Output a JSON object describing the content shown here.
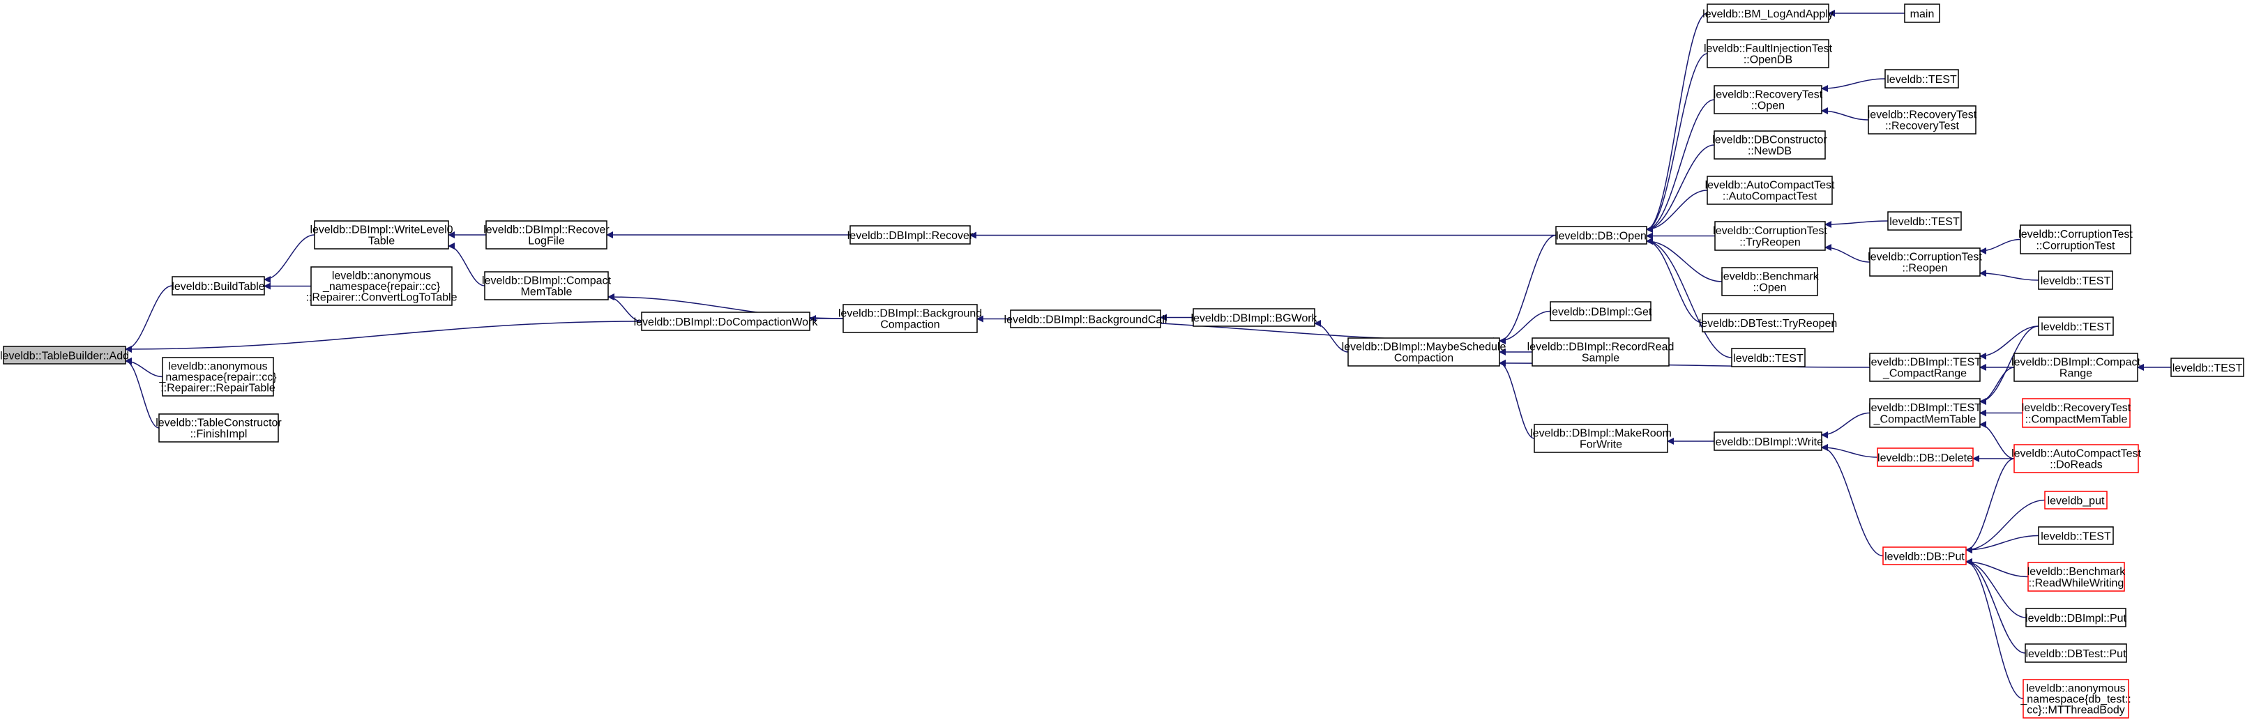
{
  "colors": {
    "edge": "#191970",
    "current_fill": "#bfbfbf",
    "truncated_border": "#ff0000",
    "border": "#000000"
  },
  "nodes": [
    {
      "id": "add",
      "lines": [
        "leveldb::TableBuilder::Add"
      ],
      "current": true
    },
    {
      "id": "buildtable",
      "lines": [
        "leveldb::BuildTable"
      ]
    },
    {
      "id": "writelevel0",
      "lines": [
        "leveldb::DBImpl::WriteLevel0",
        "Table"
      ]
    },
    {
      "id": "convertlog",
      "lines": [
        "leveldb::anonymous",
        "_namespace{repair::cc}",
        "::Repairer::ConvertLogToTable"
      ]
    },
    {
      "id": "repairtable",
      "lines": [
        "leveldb::anonymous",
        "_namespace{repair::cc}",
        "::Repairer::RepairTable"
      ]
    },
    {
      "id": "finishimpl",
      "lines": [
        "leveldb::TableConstructor",
        "::FinishImpl"
      ]
    },
    {
      "id": "recoverlog",
      "lines": [
        "leveldb::DBImpl::Recover",
        "LogFile"
      ]
    },
    {
      "id": "compactmem",
      "lines": [
        "leveldb::DBImpl::Compact",
        "MemTable"
      ]
    },
    {
      "id": "docompaction",
      "lines": [
        "leveldb::DBImpl::DoCompactionWork"
      ]
    },
    {
      "id": "recover",
      "lines": [
        "leveldb::DBImpl::Recover"
      ]
    },
    {
      "id": "bgcompaction",
      "lines": [
        "leveldb::DBImpl::Background",
        "Compaction"
      ]
    },
    {
      "id": "bgcall",
      "lines": [
        "leveldb::DBImpl::BackgroundCall"
      ]
    },
    {
      "id": "bgwork",
      "lines": [
        "leveldb::DBImpl::BGWork"
      ]
    },
    {
      "id": "maybesched",
      "lines": [
        "leveldb::DBImpl::MaybeSchedule",
        "Compaction"
      ]
    },
    {
      "id": "dbopen",
      "lines": [
        "leveldb::DB::Open"
      ]
    },
    {
      "id": "get",
      "lines": [
        "leveldb::DBImpl::Get"
      ]
    },
    {
      "id": "recordread",
      "lines": [
        "leveldb::DBImpl::RecordRead",
        "Sample"
      ]
    },
    {
      "id": "makeroom",
      "lines": [
        "leveldb::DBImpl::MakeRoom",
        "ForWrite"
      ]
    },
    {
      "id": "write",
      "lines": [
        "leveldb::DBImpl::Write"
      ]
    },
    {
      "id": "bmlog",
      "lines": [
        "leveldb::BM_LogAndApply"
      ]
    },
    {
      "id": "main",
      "lines": [
        "main"
      ]
    },
    {
      "id": "faultopen",
      "lines": [
        "leveldb::FaultInjectionTest",
        "::OpenDB"
      ]
    },
    {
      "id": "recopen",
      "lines": [
        "leveldb::RecoveryTest",
        "::Open"
      ]
    },
    {
      "id": "test1",
      "lines": [
        "leveldb::TEST"
      ]
    },
    {
      "id": "recrec",
      "lines": [
        "leveldb::RecoveryTest",
        "::RecoveryTest"
      ]
    },
    {
      "id": "newdb",
      "lines": [
        "leveldb::DBConstructor",
        "::NewDB"
      ]
    },
    {
      "id": "autocompact",
      "lines": [
        "leveldb::AutoCompactTest",
        "::AutoCompactTest"
      ]
    },
    {
      "id": "cortry",
      "lines": [
        "leveldb::CorruptionTest",
        "::TryReopen"
      ]
    },
    {
      "id": "test2",
      "lines": [
        "leveldb::TEST"
      ]
    },
    {
      "id": "correopen",
      "lines": [
        "leveldb::CorruptionTest",
        "::Reopen"
      ]
    },
    {
      "id": "corcor",
      "lines": [
        "leveldb::CorruptionTest",
        "::CorruptionTest"
      ]
    },
    {
      "id": "test3",
      "lines": [
        "leveldb::TEST"
      ]
    },
    {
      "id": "benchopen",
      "lines": [
        "leveldb::Benchmark",
        "::Open"
      ]
    },
    {
      "id": "dbtesttry",
      "lines": [
        "leveldb::DBTest::TryReopen"
      ]
    },
    {
      "id": "test4",
      "lines": [
        "leveldb::TEST"
      ]
    },
    {
      "id": "test5",
      "lines": [
        "leveldb::TEST"
      ]
    },
    {
      "id": "testcrange",
      "lines": [
        "leveldb::DBImpl::TEST",
        "_CompactRange"
      ]
    },
    {
      "id": "crange",
      "lines": [
        "leveldb::DBImpl::Compact",
        "Range"
      ]
    },
    {
      "id": "test6",
      "lines": [
        "leveldb::TEST"
      ]
    },
    {
      "id": "testcmem",
      "lines": [
        "leveldb::DBImpl::TEST",
        "_CompactMemTable"
      ]
    },
    {
      "id": "reccmem",
      "lines": [
        "leveldb::RecoveryTest",
        "::CompactMemTable"
      ],
      "truncated": true
    },
    {
      "id": "delete",
      "lines": [
        "leveldb::DB::Delete"
      ],
      "truncated": true
    },
    {
      "id": "doreads",
      "lines": [
        "leveldb::AutoCompactTest",
        "::DoReads"
      ],
      "truncated": true
    },
    {
      "id": "lput",
      "lines": [
        "leveldb_put"
      ],
      "truncated": true
    },
    {
      "id": "test7",
      "lines": [
        "leveldb::TEST"
      ]
    },
    {
      "id": "dbput",
      "lines": [
        "leveldb::DB::Put"
      ],
      "truncated": true
    },
    {
      "id": "rww",
      "lines": [
        "leveldb::Benchmark",
        "::ReadWhileWriting"
      ],
      "truncated": true
    },
    {
      "id": "implput",
      "lines": [
        "leveldb::DBImpl::Put"
      ]
    },
    {
      "id": "testput",
      "lines": [
        "leveldb::DBTest::Put"
      ]
    },
    {
      "id": "mtbody",
      "lines": [
        "leveldb::anonymous",
        "_namespace{db_test::",
        "cc}::MTThreadBody"
      ],
      "truncated": true
    }
  ],
  "edges": [
    [
      "add",
      "buildtable"
    ],
    [
      "add",
      "docompaction"
    ],
    [
      "add",
      "repairtable"
    ],
    [
      "add",
      "finishimpl"
    ],
    [
      "buildtable",
      "writelevel0"
    ],
    [
      "buildtable",
      "convertlog"
    ],
    [
      "writelevel0",
      "recoverlog"
    ],
    [
      "writelevel0",
      "compactmem"
    ],
    [
      "recoverlog",
      "recover"
    ],
    [
      "compactmem",
      "bgcompaction"
    ],
    [
      "compactmem",
      "docompaction"
    ],
    [
      "docompaction",
      "bgcompaction"
    ],
    [
      "recover",
      "dbopen"
    ],
    [
      "bgcompaction",
      "bgcall"
    ],
    [
      "bgcall",
      "bgwork"
    ],
    [
      "bgwork",
      "maybesched"
    ],
    [
      "maybesched",
      "bgcall"
    ],
    [
      "maybesched",
      "dbopen"
    ],
    [
      "maybesched",
      "get"
    ],
    [
      "maybesched",
      "recordread"
    ],
    [
      "maybesched",
      "testcrange"
    ],
    [
      "maybesched",
      "makeroom"
    ],
    [
      "dbopen",
      "bmlog"
    ],
    [
      "dbopen",
      "faultopen"
    ],
    [
      "dbopen",
      "recopen"
    ],
    [
      "dbopen",
      "newdb"
    ],
    [
      "dbopen",
      "autocompact"
    ],
    [
      "dbopen",
      "cortry"
    ],
    [
      "dbopen",
      "benchopen"
    ],
    [
      "dbopen",
      "dbtesttry"
    ],
    [
      "dbopen",
      "test4"
    ],
    [
      "bmlog",
      "main"
    ],
    [
      "recopen",
      "test1"
    ],
    [
      "recopen",
      "recrec"
    ],
    [
      "cortry",
      "test2"
    ],
    [
      "cortry",
      "correopen"
    ],
    [
      "correopen",
      "corcor"
    ],
    [
      "correopen",
      "test3"
    ],
    [
      "makeroom",
      "write"
    ],
    [
      "write",
      "testcmem"
    ],
    [
      "write",
      "delete"
    ],
    [
      "write",
      "dbput"
    ],
    [
      "testcrange",
      "test5"
    ],
    [
      "testcrange",
      "crange"
    ],
    [
      "crange",
      "test6"
    ],
    [
      "testcmem",
      "test5"
    ],
    [
      "testcmem",
      "crange"
    ],
    [
      "testcmem",
      "reccmem"
    ],
    [
      "testcmem",
      "doreads"
    ],
    [
      "delete",
      "doreads"
    ],
    [
      "dbput",
      "doreads"
    ],
    [
      "dbput",
      "lput"
    ],
    [
      "dbput",
      "test7"
    ],
    [
      "dbput",
      "rww"
    ],
    [
      "dbput",
      "implput"
    ],
    [
      "dbput",
      "testput"
    ],
    [
      "dbput",
      "mtbody"
    ]
  ]
}
